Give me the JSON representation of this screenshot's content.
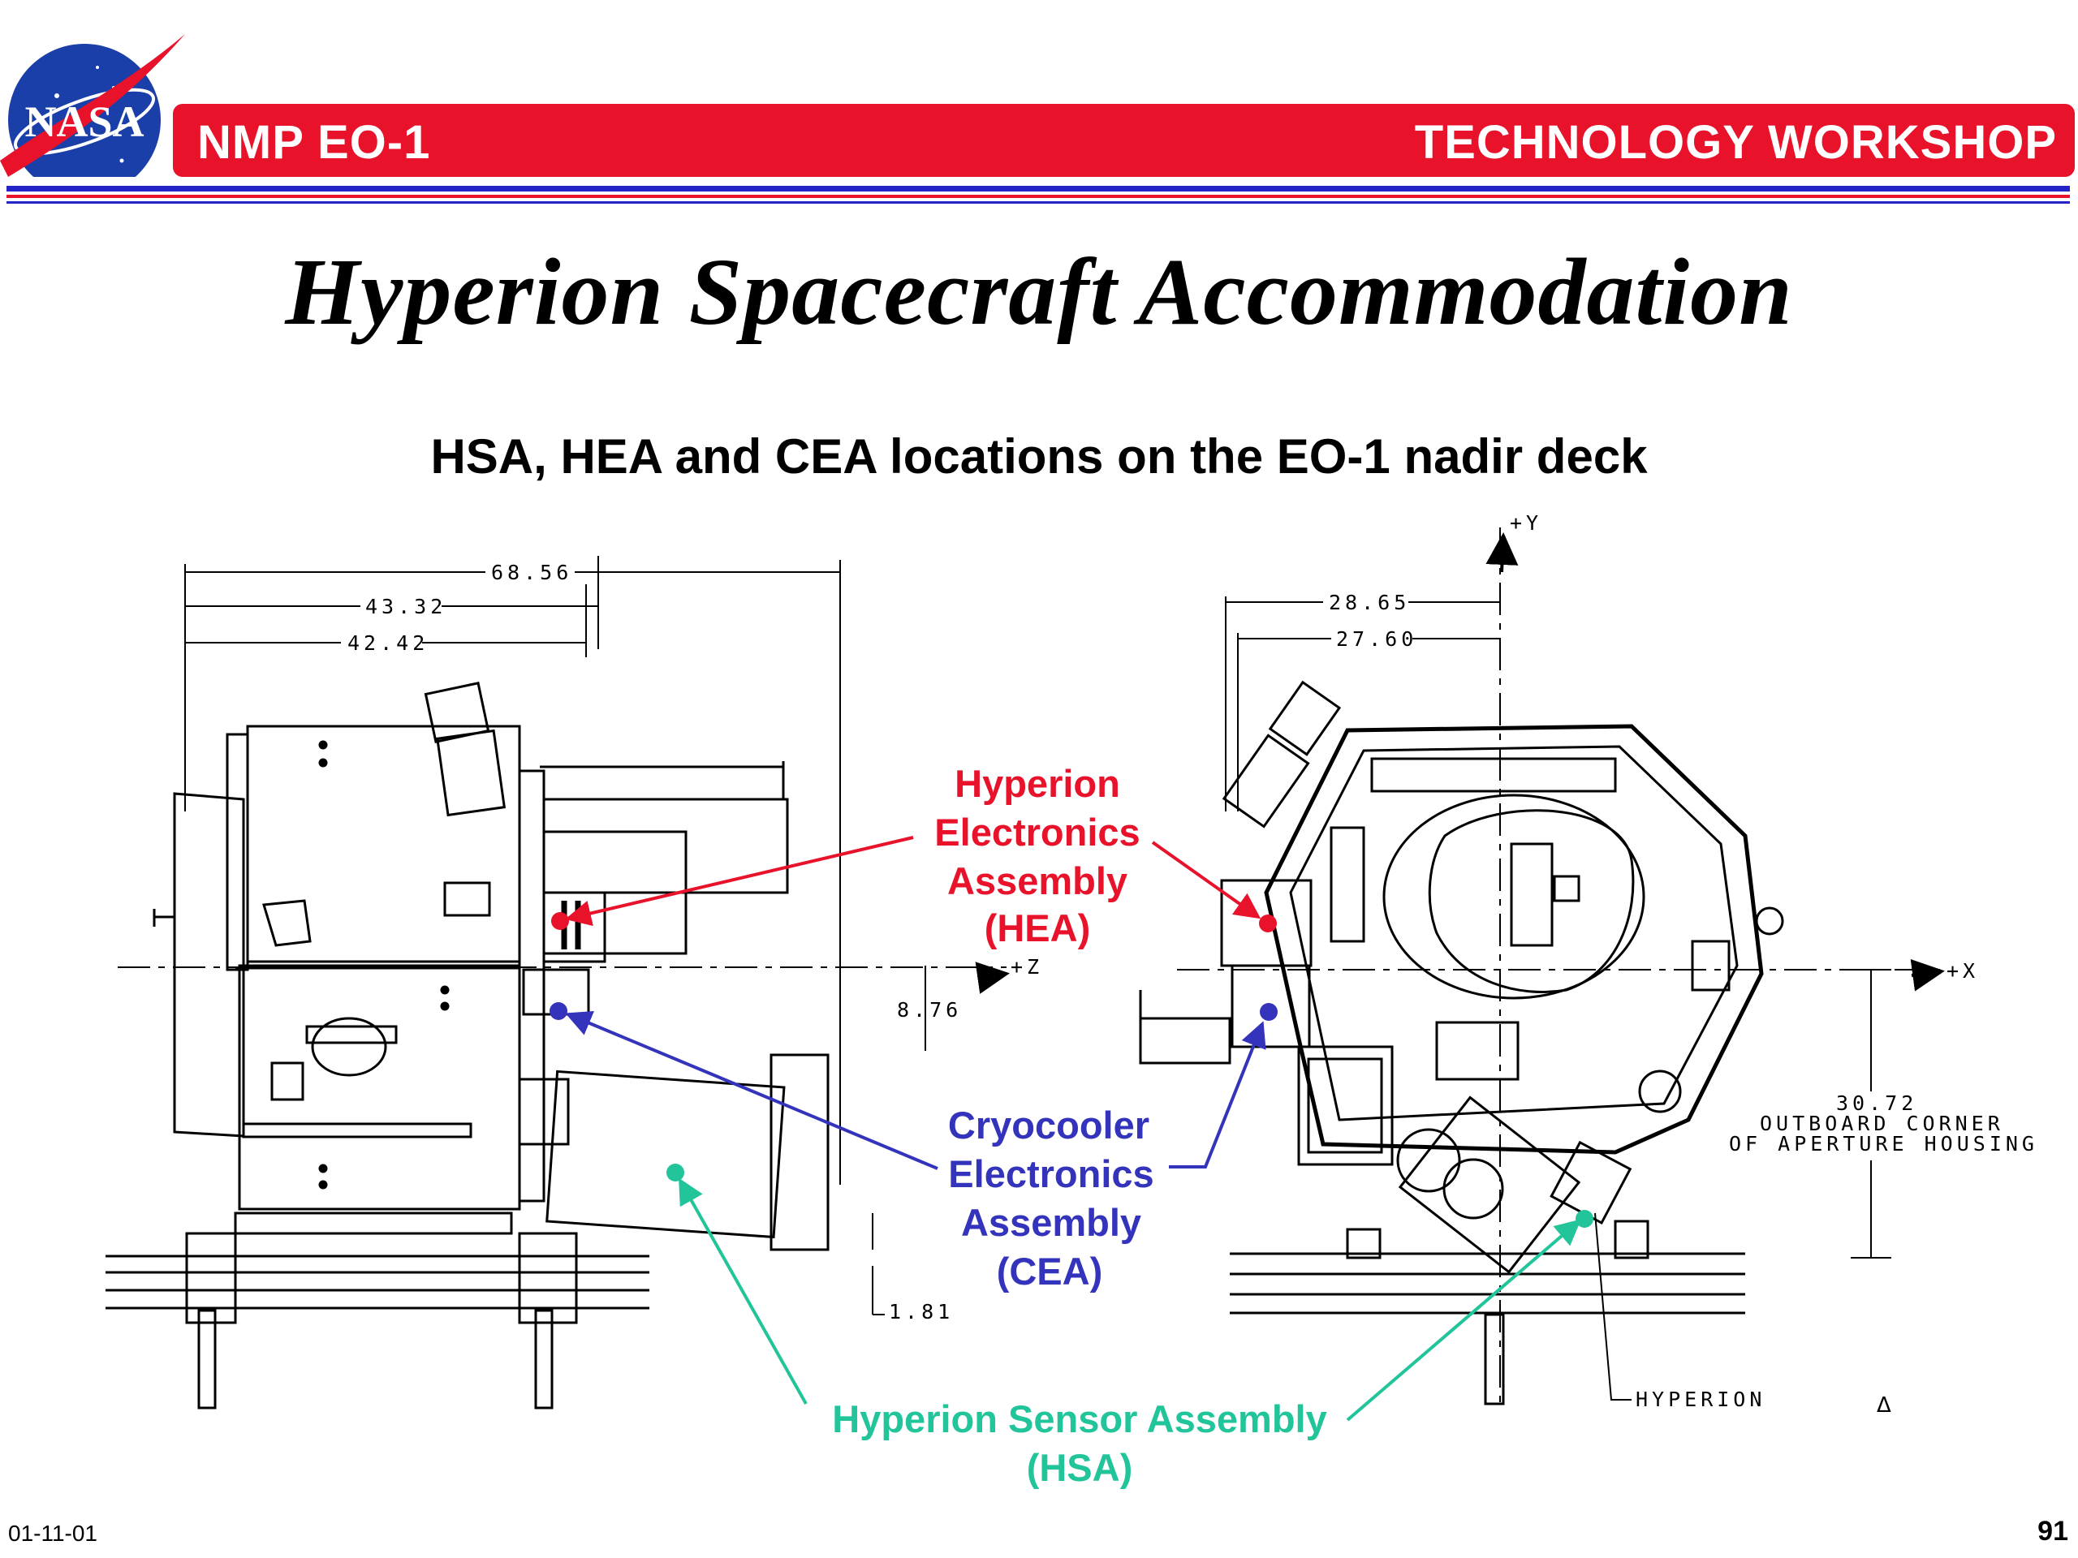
{
  "header": {
    "left_label": "NMP EO-1",
    "right_label": "TECHNOLOGY WORKSHOP",
    "logo_text": "NASA",
    "banner_color": "#e8132b",
    "rule_color": "#2323c8"
  },
  "title": "Hyperion Spacecraft Accommodation",
  "subtitle": "HSA, HEA and CEA locations on the EO-1 nadir deck",
  "left_view": {
    "dim_1": "68.56",
    "dim_2": "43.32",
    "dim_3": "42.42",
    "dim_4": "8.76",
    "dim_5": "1.81",
    "axis_z": "+Z"
  },
  "right_view": {
    "dim_1": "28.65",
    "dim_2": "27.60",
    "dim_3": "30.72",
    "note_line1": "OUTBOARD CORNER",
    "note_line2": "OF APERTURE HOUSING",
    "axis_x": "+X",
    "axis_y": "+Y",
    "hyperion_label": "HYPERION",
    "delta": "Δ"
  },
  "callouts": {
    "hea": [
      "Hyperion",
      "Electronics",
      "Assembly",
      "(HEA)"
    ],
    "cea": [
      "Cryocooler",
      "Electronics",
      "Assembly",
      "(CEA)"
    ],
    "hsa": [
      "Hyperion Sensor Assembly",
      "(HSA)"
    ],
    "colors": {
      "hea": "#e8132b",
      "cea": "#3333bb",
      "hsa": "#22c49a"
    }
  },
  "footer": {
    "date": "01-11-01",
    "page": "91"
  }
}
